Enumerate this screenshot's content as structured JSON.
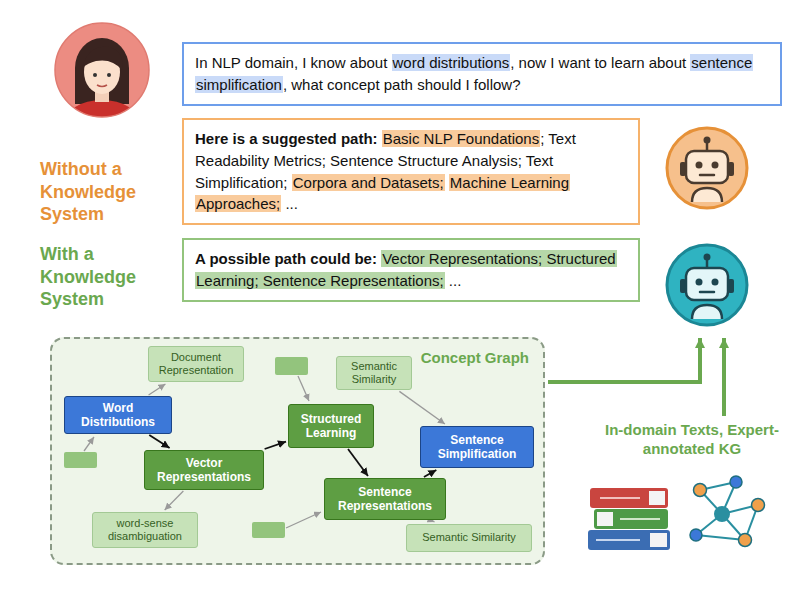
{
  "diagram": {
    "nodes": [
      {
        "text": [
          "In NLP domain, I know about word distributions, now I want to learn about sentence simplification, what concept path should I follow?"
        ]
      },
      {
        "text": [
          "Here is a suggested path: Basic NLP Foundations; Text Readability Metrics; Sentence Structure Analysis; Text Simplification; Corpora and Datasets; Machine Learning Approaches; ..."
        ]
      },
      {
        "text": [
          "A possible path could be: Vector Representations; Structured Learning; Sentence Representations; ..."
        ]
      },
      {
        "text": [
          "Concept Graph"
        ]
      },
      {
        "text": [
          "Document Representation"
        ],
        "in": 3
      },
      {
        "text": [
          "Word Distributions"
        ],
        "in": 3
      },
      {
        "text": [
          "Semantic Similarity"
        ],
        "in": 3
      },
      {
        "text": [
          "Structured Learning"
        ],
        "in": 3
      },
      {
        "text": [
          "Sentence Simplification"
        ],
        "in": 3
      },
      {
        "text": [
          "Vector Representations"
        ],
        "in": 3
      },
      {
        "text": [
          "Sentence Representations"
        ],
        "in": 3
      },
      {
        "text": [
          "word-sense disambiguation"
        ],
        "in": 3
      },
      {
        "text": [
          "Semantic Similarity"
        ],
        "in": 3
      }
    ],
    "edges": [
      {
        "from": 5,
        "to": 9,
        "arrow": "to"
      },
      {
        "from": 9,
        "to": 7,
        "arrow": "to"
      },
      {
        "from": 7,
        "to": 10,
        "arrow": "to"
      },
      {
        "from": 10,
        "to": 8,
        "arrow": "to"
      },
      {
        "from": 5,
        "to": 4,
        "arrow": "to"
      },
      {
        "from": 9,
        "to": 11,
        "arrow": "to"
      },
      {
        "from": 6,
        "to": 8,
        "arrow": "to"
      },
      {
        "from": 10,
        "to": 12,
        "arrow": "to"
      }
    ],
    "labels": [
      "Without a Knowledge System",
      "With a Knowledge System",
      "In-domain Texts, Expert-annotated KG"
    ]
  }
}
